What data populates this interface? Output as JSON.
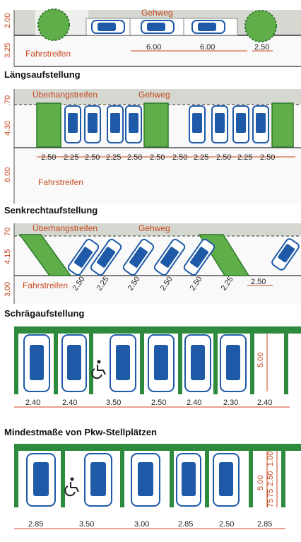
{
  "headings": {
    "laengs": "Längsaufstellung",
    "senkrecht": "Senkrechtaufstellung",
    "schraeg": "Schrägaufstellung",
    "mindest": "Mindestmaße von Pkw-Stellplätzen"
  },
  "labels": {
    "gehweg": "Gehweg",
    "fahrstreifen": "Fahrstreifen",
    "ueberhang": "Überhangstreifen"
  },
  "panel1": {
    "left_dims": [
      "2.00",
      "3.25"
    ],
    "bottom_dims": [
      "6.00",
      "6.00",
      "2.50"
    ]
  },
  "panel2": {
    "left_dims": [
      ".70",
      "4.30",
      "6.00"
    ],
    "bottom_dims": [
      "2.50",
      "2.25",
      "2.50",
      "2.25",
      "2.50",
      "2.50",
      "2.50",
      "2.25",
      "2.50",
      "2.25",
      "2.50"
    ]
  },
  "panel3": {
    "left_dims": [
      "70",
      "4.15",
      "3.00"
    ],
    "bottom_dims": [
      "2.50",
      "2.25",
      "2.50",
      "2.50",
      "2.50",
      "2.25",
      "2.50"
    ]
  },
  "panel4": {
    "right_dims": [
      "5.00"
    ],
    "bottom_dims": [
      "2.40",
      "2.40",
      "3.50",
      "2.50",
      "2.40",
      "2.30",
      "2.40"
    ]
  },
  "panel5": {
    "right_dims": [
      "5.00",
      "1.00",
      "2.50",
      "75",
      "75"
    ],
    "bottom_dims": [
      "2.85",
      "3.50",
      "3.00",
      "2.85",
      "2.50",
      "2.85"
    ]
  },
  "colors": {
    "road": "#f7f7f7",
    "sidewalk": "#d4d8d0",
    "tree_fill": "#5fae4a",
    "tree_dark": "#2f7a2a",
    "car_blue": "#1e5aa8",
    "accent": "#c8461e",
    "divider_green": "#2e8b3e"
  }
}
